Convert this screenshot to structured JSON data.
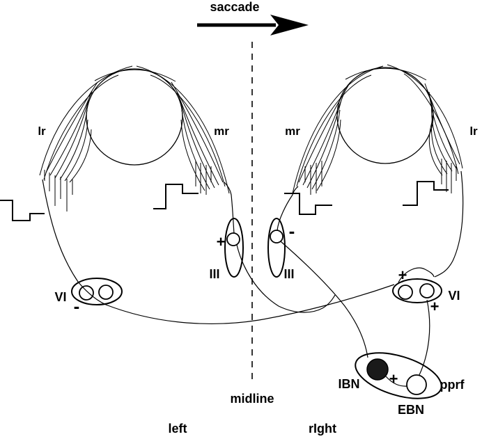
{
  "title": {
    "saccade_label": "saccade"
  },
  "eyes": {
    "left_lr": "lr",
    "left_mr": "mr",
    "right_mr": "mr",
    "right_lr": "lr"
  },
  "nuclei": {
    "left_iii": "III",
    "right_iii": "III",
    "left_vi": "VI",
    "right_vi": "VI"
  },
  "pprf": {
    "ibn": "IBN",
    "ebn": "EBN",
    "pprf": "pprf"
  },
  "signs": {
    "left_iii_plus": "+",
    "right_iii_minus": "-",
    "left_vi_minus": "-",
    "right_vi_plus_top": "+",
    "right_vi_plus_bottom": "+",
    "pprf_plus": "+"
  },
  "footer": {
    "midline": "midline",
    "left_side": "left",
    "right_side": "rIght"
  },
  "colors": {
    "line": "#000000",
    "background": "#ffffff",
    "ibn_fill": "#1a1a1a"
  }
}
